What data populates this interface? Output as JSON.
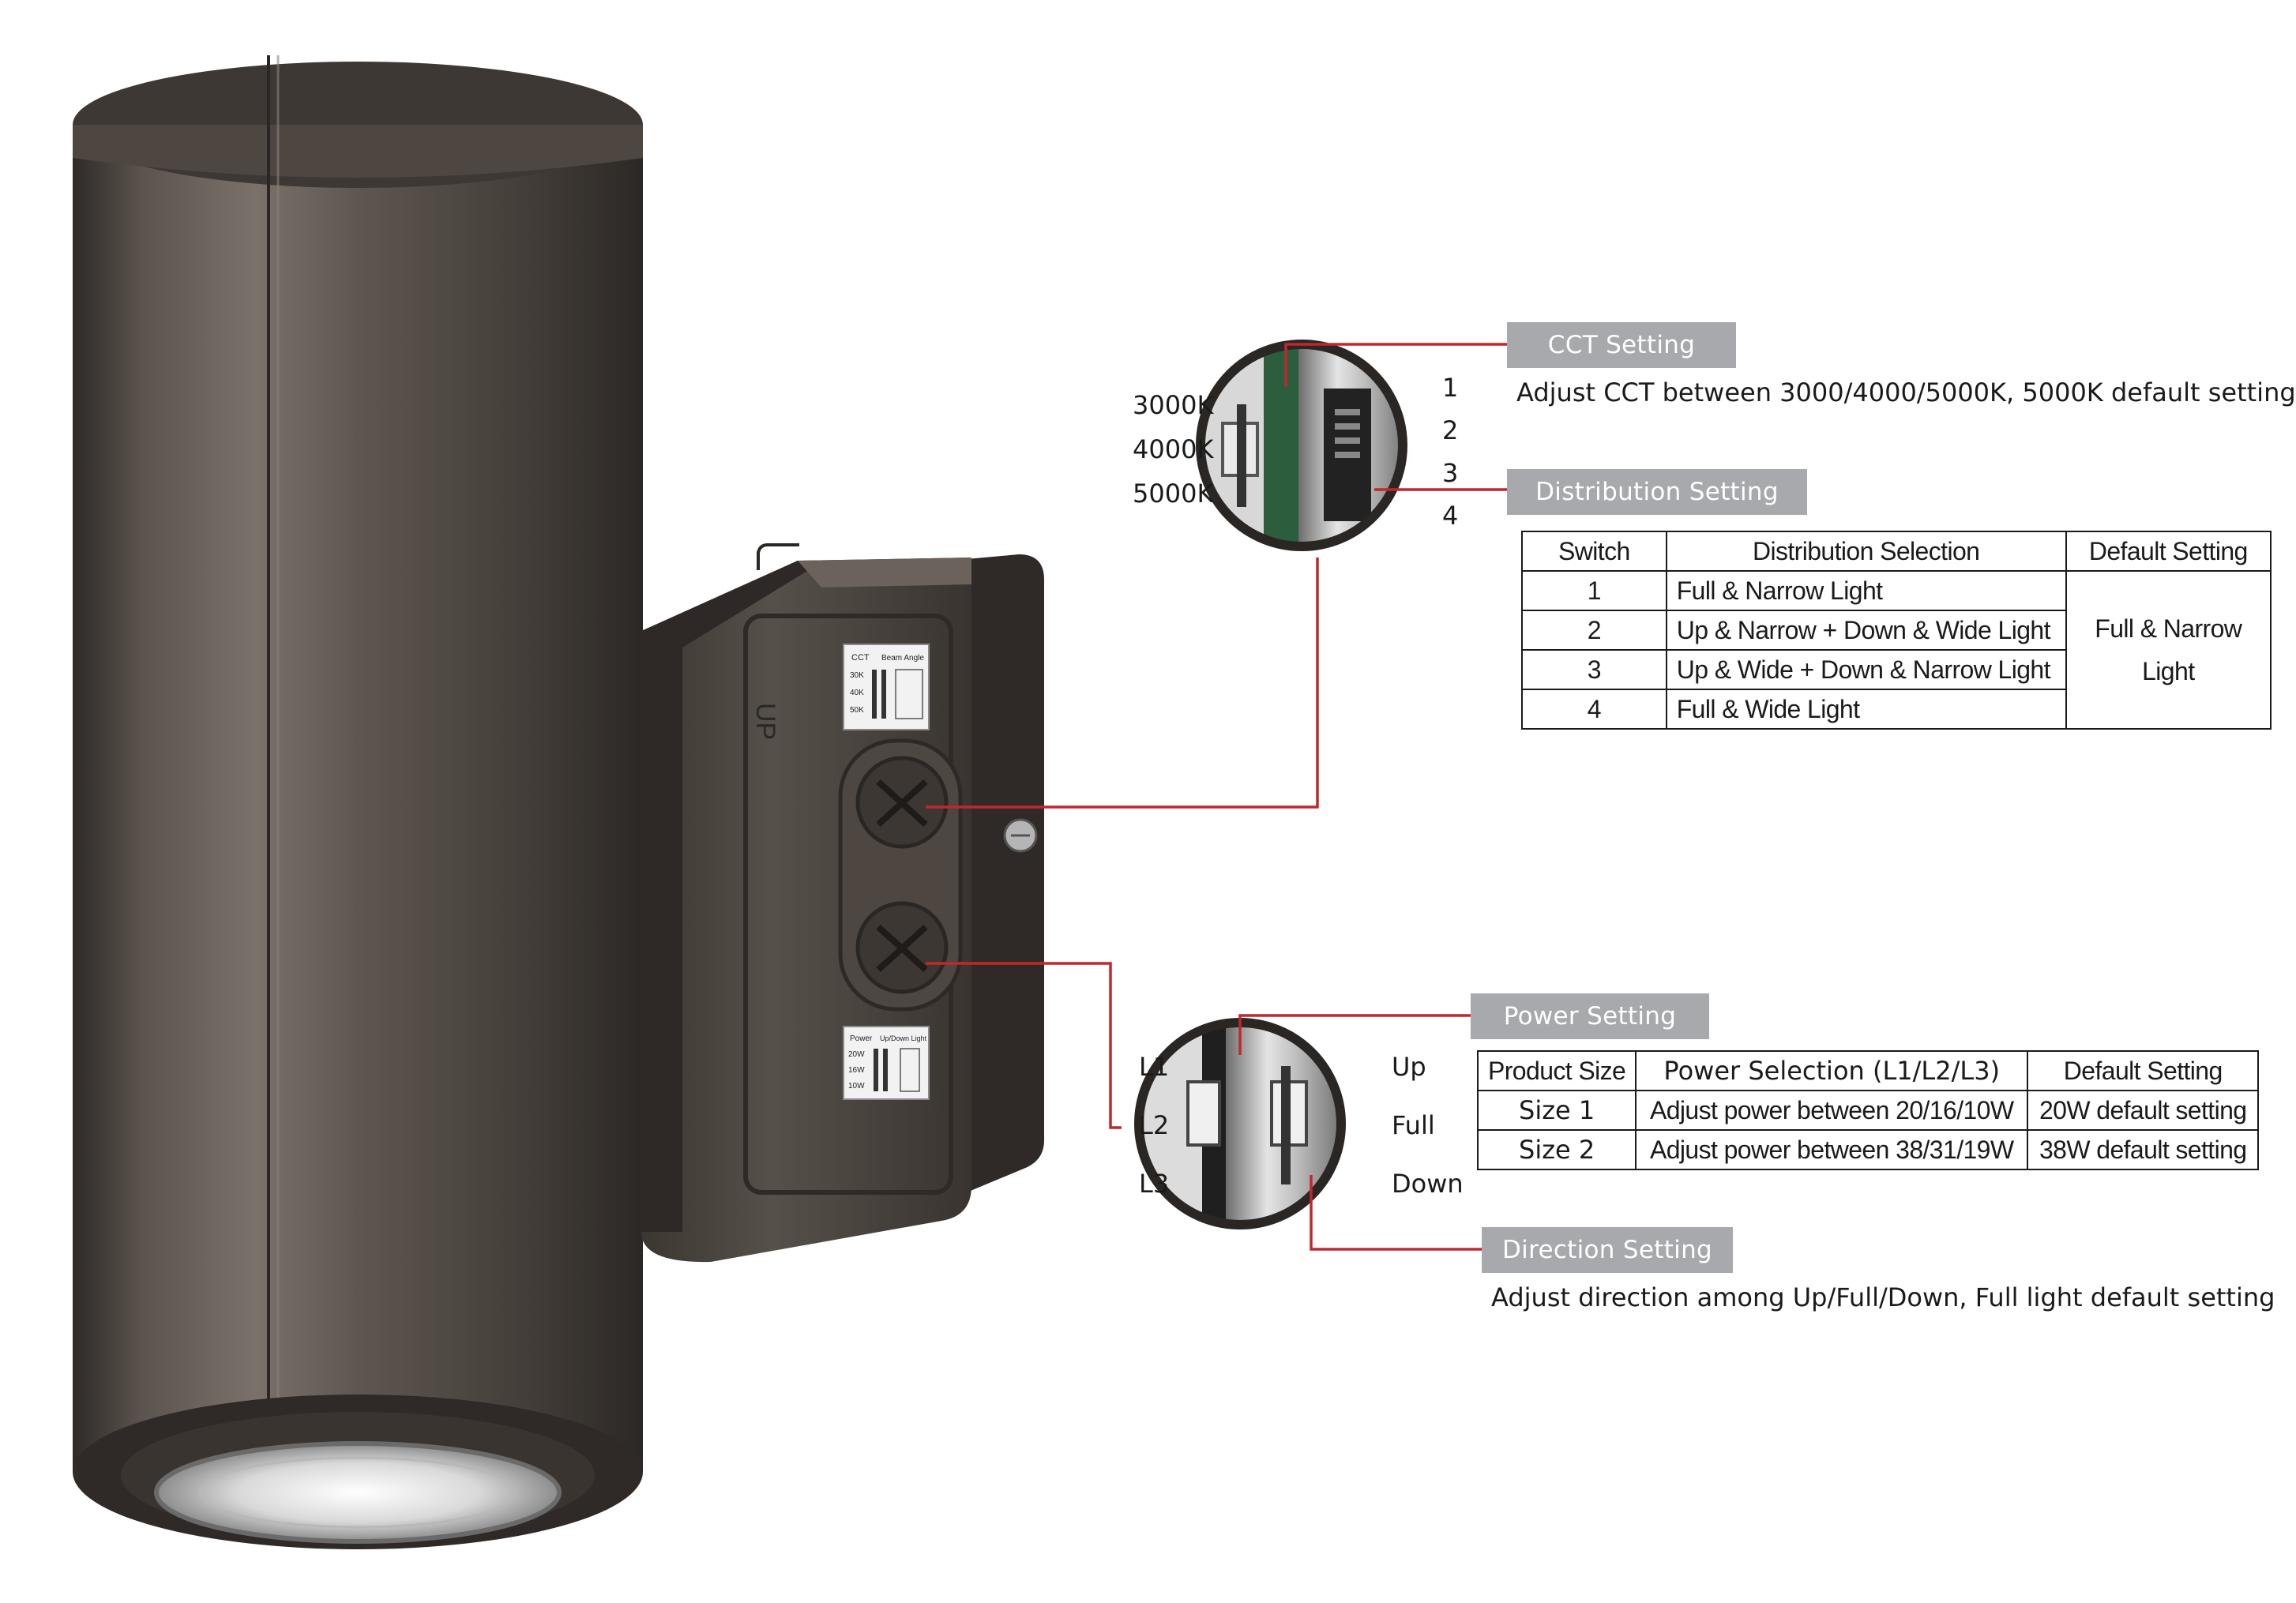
{
  "product": "Up/Down wall light with CCT, distribution, power and direction switches",
  "callouts": {
    "cct": {
      "title": "CCT Setting",
      "description": "Adjust CCT between 3000/4000/5000K, 5000K default setting",
      "options": [
        "3000K",
        "4000K",
        "5000K"
      ]
    },
    "distribution": {
      "title": "Distribution Setting",
      "switch_numbers": [
        "1",
        "2",
        "3",
        "4"
      ],
      "table": {
        "headers": [
          "Switch",
          "Distribution Selection",
          "Default Setting"
        ],
        "rows": [
          [
            "1",
            "Full & Narrow Light"
          ],
          [
            "2",
            "Up & Narrow + Down & Wide Light"
          ],
          [
            "3",
            "Up & Wide + Down & Narrow Light"
          ],
          [
            "4",
            "Full & Wide Light"
          ]
        ],
        "default_line1": "Full & Narrow",
        "default_line2": "Light"
      }
    },
    "power": {
      "title": "Power Setting",
      "levels": [
        "L1",
        "L2",
        "L3"
      ],
      "table": {
        "headers": [
          "Product Size",
          "Power Selection (L1/L2/L3)",
          "Default Setting"
        ],
        "rows": [
          [
            "Size 1",
            "Adjust power between 20/16/10W",
            "20W default setting"
          ],
          [
            "Size 2",
            "Adjust power between 38/31/19W",
            "38W default setting"
          ]
        ]
      }
    },
    "direction": {
      "title": "Direction Setting",
      "description": "Adjust direction among Up/Full/Down, Full light default setting",
      "options": [
        "Up",
        "Full",
        "Down"
      ]
    }
  },
  "box_labels": {
    "cct_label": "CCT",
    "beam_label": "Beam Angle",
    "cct_values": [
      "30K",
      "40K",
      "50K"
    ],
    "power_label": "Power",
    "updown_label": "Up/Down Light",
    "power_values": [
      "20W",
      "16W",
      "10W"
    ],
    "up_mark": "UP"
  },
  "colors": {
    "housing": "#4a433e",
    "leader": "#c1272d",
    "tag_bg": "#a7a9ac",
    "tag_text": "#ffffff"
  }
}
